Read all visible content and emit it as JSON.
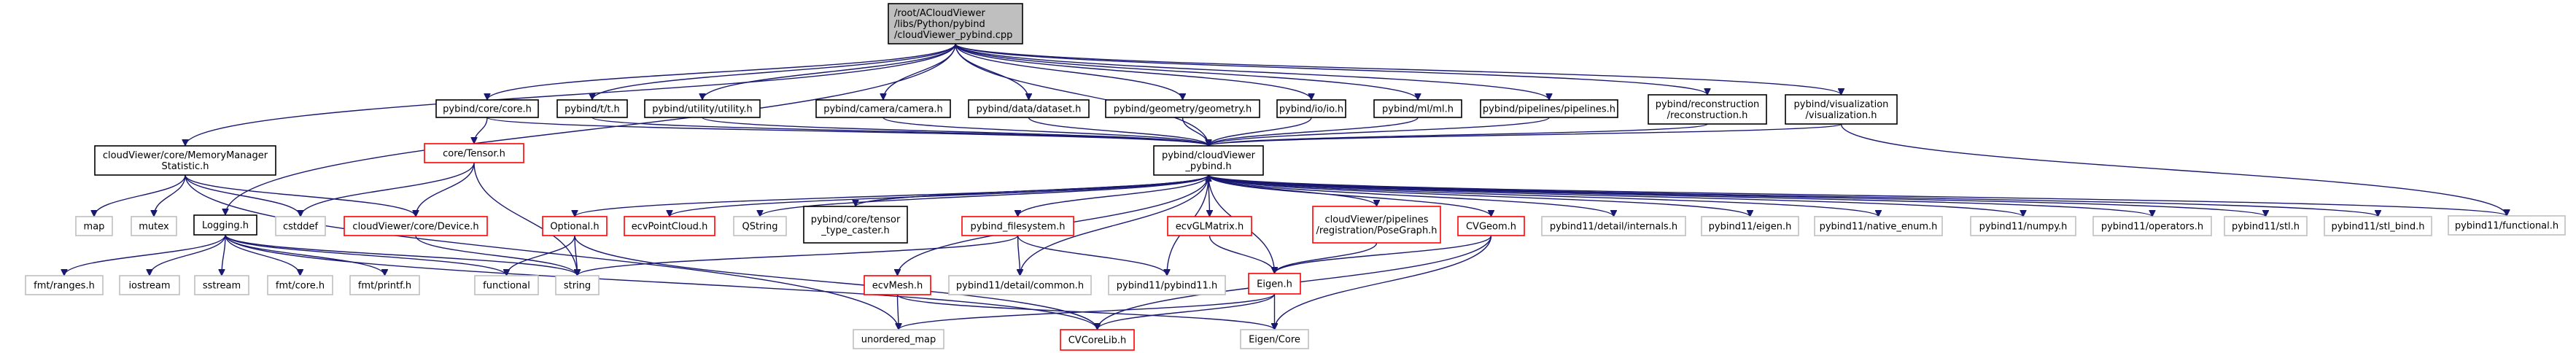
{
  "diagram": {
    "type": "include-dependency-graph",
    "colors": {
      "root_fill": "#bfbfbf",
      "root_border": "#000000",
      "normal_border": "#000000",
      "truncated_border": "#ff0000",
      "system_border": "#bfbfbf",
      "edge": "#191970"
    },
    "nodes": [
      {
        "id": "root",
        "lines": [
          "/root/ACloudViewer",
          "/libs/Python/pybind",
          "/cloudViewer_pybind.cpp"
        ],
        "kind": "root"
      },
      {
        "id": "mms",
        "lines": [
          "cloudViewer/core/MemoryManager",
          "Statistic.h"
        ],
        "kind": "normal"
      },
      {
        "id": "core",
        "lines": [
          "pybind/core/core.h"
        ],
        "kind": "normal"
      },
      {
        "id": "t",
        "lines": [
          "pybind/t/t.h"
        ],
        "kind": "normal"
      },
      {
        "id": "utility",
        "lines": [
          "pybind/utility/utility.h"
        ],
        "kind": "normal"
      },
      {
        "id": "camera",
        "lines": [
          "pybind/camera/camera.h"
        ],
        "kind": "normal"
      },
      {
        "id": "dataset",
        "lines": [
          "pybind/data/dataset.h"
        ],
        "kind": "normal"
      },
      {
        "id": "geometry",
        "lines": [
          "pybind/geometry/geometry.h"
        ],
        "kind": "normal"
      },
      {
        "id": "io",
        "lines": [
          "pybind/io/io.h"
        ],
        "kind": "normal"
      },
      {
        "id": "ml",
        "lines": [
          "pybind/ml/ml.h"
        ],
        "kind": "normal"
      },
      {
        "id": "pipelines",
        "lines": [
          "pybind/pipelines/pipelines.h"
        ],
        "kind": "normal"
      },
      {
        "id": "reconstruction",
        "lines": [
          "pybind/reconstruction",
          "/reconstruction.h"
        ],
        "kind": "normal"
      },
      {
        "id": "visualization",
        "lines": [
          "pybind/visualization",
          "/visualization.h"
        ],
        "kind": "normal"
      },
      {
        "id": "tensor",
        "lines": [
          "core/Tensor.h"
        ],
        "kind": "truncated"
      },
      {
        "id": "cvpybind",
        "lines": [
          "pybind/cloudViewer",
          "_pybind.h"
        ],
        "kind": "normal"
      },
      {
        "id": "map",
        "lines": [
          "map"
        ],
        "kind": "system"
      },
      {
        "id": "mutex",
        "lines": [
          "mutex"
        ],
        "kind": "system"
      },
      {
        "id": "logging",
        "lines": [
          "Logging.h"
        ],
        "kind": "normal"
      },
      {
        "id": "cstddef",
        "lines": [
          "cstddef"
        ],
        "kind": "system"
      },
      {
        "id": "device",
        "lines": [
          "cloudViewer/core/Device.h"
        ],
        "kind": "truncated"
      },
      {
        "id": "optional",
        "lines": [
          "Optional.h"
        ],
        "kind": "truncated"
      },
      {
        "id": "ecvpc",
        "lines": [
          "ecvPointCloud.h"
        ],
        "kind": "truncated"
      },
      {
        "id": "qstring",
        "lines": [
          "QString"
        ],
        "kind": "system"
      },
      {
        "id": "tcaster",
        "lines": [
          "pybind/core/tensor",
          "_type_caster.h"
        ],
        "kind": "normal"
      },
      {
        "id": "pyfs",
        "lines": [
          "pybind_filesystem.h"
        ],
        "kind": "truncated"
      },
      {
        "id": "glmatrix",
        "lines": [
          "ecvGLMatrix.h"
        ],
        "kind": "truncated"
      },
      {
        "id": "posegraph",
        "lines": [
          "cloudViewer/pipelines",
          "/registration/PoseGraph.h"
        ],
        "kind": "truncated"
      },
      {
        "id": "cvgeom",
        "lines": [
          "CVGeom.h"
        ],
        "kind": "truncated"
      },
      {
        "id": "internals",
        "lines": [
          "pybind11/detail/internals.h"
        ],
        "kind": "system"
      },
      {
        "id": "p11eigen",
        "lines": [
          "pybind11/eigen.h"
        ],
        "kind": "system"
      },
      {
        "id": "nativeenum",
        "lines": [
          "pybind11/native_enum.h"
        ],
        "kind": "system"
      },
      {
        "id": "numpy",
        "lines": [
          "pybind11/numpy.h"
        ],
        "kind": "system"
      },
      {
        "id": "operators",
        "lines": [
          "pybind11/operators.h"
        ],
        "kind": "system"
      },
      {
        "id": "stl",
        "lines": [
          "pybind11/stl.h"
        ],
        "kind": "system"
      },
      {
        "id": "stlbind",
        "lines": [
          "pybind11/stl_bind.h"
        ],
        "kind": "system"
      },
      {
        "id": "functionalh",
        "lines": [
          "pybind11/functional.h"
        ],
        "kind": "system"
      },
      {
        "id": "ranges",
        "lines": [
          "fmt/ranges.h"
        ],
        "kind": "system"
      },
      {
        "id": "iostream",
        "lines": [
          "iostream"
        ],
        "kind": "system"
      },
      {
        "id": "sstream",
        "lines": [
          "sstream"
        ],
        "kind": "system"
      },
      {
        "id": "fmtcore",
        "lines": [
          "fmt/core.h"
        ],
        "kind": "system"
      },
      {
        "id": "printf",
        "lines": [
          "fmt/printf.h"
        ],
        "kind": "system"
      },
      {
        "id": "functional",
        "lines": [
          "functional"
        ],
        "kind": "system"
      },
      {
        "id": "string",
        "lines": [
          "string"
        ],
        "kind": "system"
      },
      {
        "id": "ecvmesh",
        "lines": [
          "ecvMesh.h"
        ],
        "kind": "truncated"
      },
      {
        "id": "common",
        "lines": [
          "pybind11/detail/common.h"
        ],
        "kind": "system"
      },
      {
        "id": "pybind11",
        "lines": [
          "pybind11/pybind11.h"
        ],
        "kind": "system"
      },
      {
        "id": "eigenh",
        "lines": [
          "Eigen.h"
        ],
        "kind": "truncated"
      },
      {
        "id": "umap",
        "lines": [
          "unordered_map"
        ],
        "kind": "system"
      },
      {
        "id": "corelib",
        "lines": [
          "CVCoreLib.h"
        ],
        "kind": "truncated"
      },
      {
        "id": "eigencore",
        "lines": [
          "Eigen/Core"
        ],
        "kind": "system"
      }
    ],
    "edges": [
      [
        "root",
        "mms"
      ],
      [
        "root",
        "logging"
      ],
      [
        "root",
        "core"
      ],
      [
        "root",
        "t"
      ],
      [
        "root",
        "utility"
      ],
      [
        "root",
        "cvpybind"
      ],
      [
        "root",
        "camera"
      ],
      [
        "root",
        "dataset"
      ],
      [
        "root",
        "geometry"
      ],
      [
        "root",
        "io"
      ],
      [
        "root",
        "ml"
      ],
      [
        "root",
        "pipelines"
      ],
      [
        "root",
        "reconstruction"
      ],
      [
        "root",
        "visualization"
      ],
      [
        "core",
        "tensor"
      ],
      [
        "core",
        "cvpybind"
      ],
      [
        "t",
        "cvpybind"
      ],
      [
        "utility",
        "cvpybind"
      ],
      [
        "camera",
        "cvpybind"
      ],
      [
        "dataset",
        "cvpybind"
      ],
      [
        "geometry",
        "cvpybind"
      ],
      [
        "io",
        "cvpybind"
      ],
      [
        "ml",
        "cvpybind"
      ],
      [
        "pipelines",
        "cvpybind"
      ],
      [
        "reconstruction",
        "cvpybind"
      ],
      [
        "visualization",
        "cvpybind"
      ],
      [
        "visualization",
        "functionalh"
      ],
      [
        "mms",
        "map"
      ],
      [
        "mms",
        "mutex"
      ],
      [
        "mms",
        "cstddef"
      ],
      [
        "mms",
        "device"
      ],
      [
        "mms",
        "umap"
      ],
      [
        "tensor",
        "cstddef"
      ],
      [
        "tensor",
        "device"
      ],
      [
        "tensor",
        "string"
      ],
      [
        "device",
        "string"
      ],
      [
        "logging",
        "ranges"
      ],
      [
        "logging",
        "iostream"
      ],
      [
        "logging",
        "sstream"
      ],
      [
        "logging",
        "fmtcore"
      ],
      [
        "logging",
        "printf"
      ],
      [
        "logging",
        "functional"
      ],
      [
        "logging",
        "string"
      ],
      [
        "logging",
        "corelib"
      ],
      [
        "cvpybind",
        "optional"
      ],
      [
        "cvpybind",
        "ecvpc"
      ],
      [
        "cvpybind",
        "qstring"
      ],
      [
        "cvpybind",
        "tcaster"
      ],
      [
        "cvpybind",
        "pyfs"
      ],
      [
        "cvpybind",
        "glmatrix"
      ],
      [
        "cvpybind",
        "posegraph"
      ],
      [
        "cvpybind",
        "cvgeom"
      ],
      [
        "cvpybind",
        "internals"
      ],
      [
        "cvpybind",
        "p11eigen"
      ],
      [
        "cvpybind",
        "nativeenum"
      ],
      [
        "cvpybind",
        "numpy"
      ],
      [
        "cvpybind",
        "operators"
      ],
      [
        "cvpybind",
        "stl"
      ],
      [
        "cvpybind",
        "stlbind"
      ],
      [
        "cvpybind",
        "functionalh"
      ],
      [
        "cvpybind",
        "ecvmesh"
      ],
      [
        "cvpybind",
        "common"
      ],
      [
        "cvpybind",
        "pybind11"
      ],
      [
        "cvpybind",
        "eigenh"
      ],
      [
        "tcaster",
        "cvpybind"
      ],
      [
        "optional",
        "functional"
      ],
      [
        "optional",
        "string"
      ],
      [
        "optional",
        "corelib"
      ],
      [
        "pyfs",
        "string"
      ],
      [
        "pyfs",
        "common"
      ],
      [
        "pyfs",
        "pybind11"
      ],
      [
        "glmatrix",
        "eigenh"
      ],
      [
        "posegraph",
        "eigenh"
      ],
      [
        "cvgeom",
        "eigenh"
      ],
      [
        "cvgeom",
        "corelib"
      ],
      [
        "cvgeom",
        "eigencore"
      ],
      [
        "ecvmesh",
        "umap"
      ],
      [
        "ecvmesh",
        "eigencore"
      ],
      [
        "eigenh",
        "umap"
      ],
      [
        "eigenh",
        "corelib"
      ],
      [
        "eigenh",
        "eigencore"
      ]
    ]
  }
}
